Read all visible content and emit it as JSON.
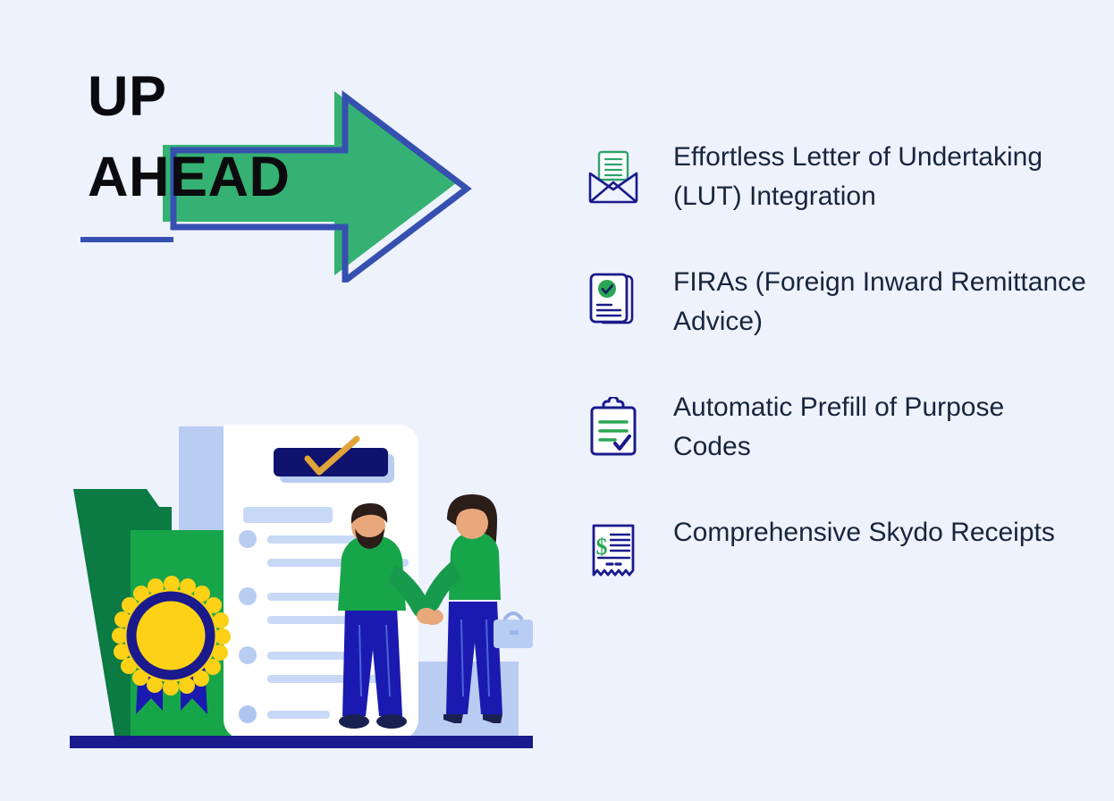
{
  "page": {
    "background_color": "#eef2fd",
    "title_color": "#0b0b0f",
    "accent_blue": "#3650b0",
    "accent_green": "#35b273",
    "navy": "#1a1a8c",
    "text_color": "#17253d"
  },
  "heading": {
    "line1": "UP",
    "line2": "AHEAD",
    "rule_color": "#3650b0"
  },
  "arrow": {
    "name": "right-arrow-graphic",
    "fill_color": "#35b273",
    "outline_color": "#3650b0"
  },
  "illustration": {
    "name": "certificate-handshake-illustration",
    "folder_back_color": "#0b7a43",
    "folder_front_color": "#17a54a",
    "document_color": "#ffffff",
    "document_accent": "#b9cdf2",
    "rosette_color": "#fcd116",
    "rosette_ring_color": "#1a1a8c",
    "header_bar_color": "#10136e",
    "check_color": "#e0a43a",
    "ground_color": "#1a1a8c",
    "shirt_color": "#17a54a",
    "pants_color": "#1a1ab0"
  },
  "features": [
    {
      "icon": "envelope-letter-icon",
      "label": "Effortless Letter of Undertaking (LUT) Integration"
    },
    {
      "icon": "documents-check-icon",
      "label": "FIRAs (Foreign Inward Remittance Advice)"
    },
    {
      "icon": "clipboard-check-icon",
      "label": "Automatic Prefill of Purpose Codes"
    },
    {
      "icon": "receipt-dollar-icon",
      "label": "Comprehensive Skydo Receipts"
    }
  ]
}
